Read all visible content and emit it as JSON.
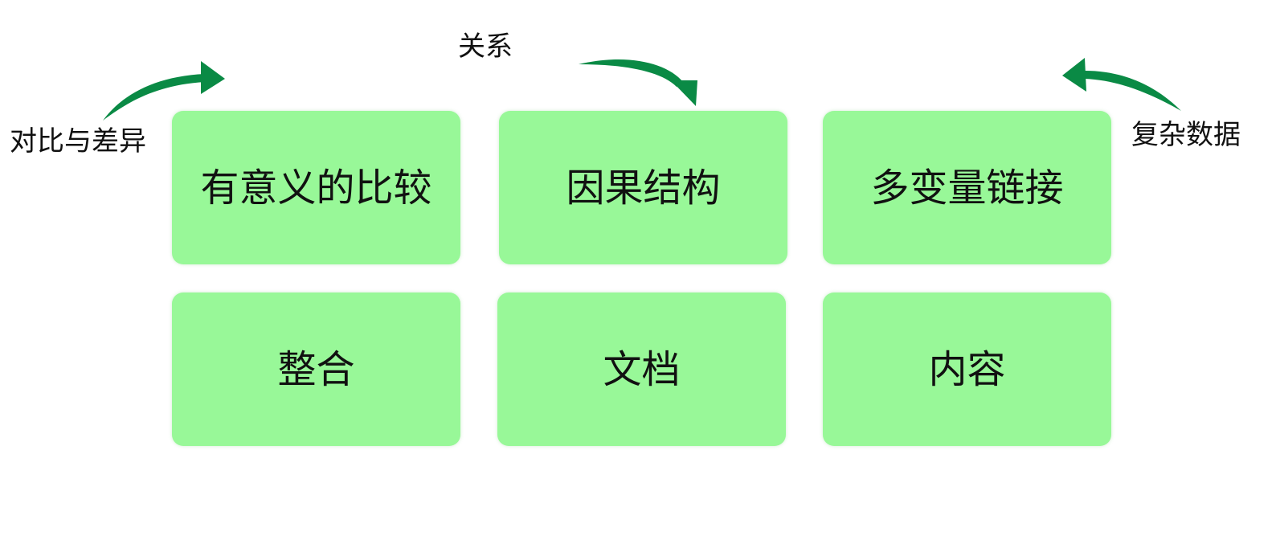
{
  "colors": {
    "box_fill": "#98f898",
    "arrow": "#0a8a45",
    "text": "#111111"
  },
  "labels": {
    "contrast": "对比与差异",
    "relation": "关系",
    "complex_data": "复杂数据"
  },
  "boxes": [
    {
      "label": "有意义的比较"
    },
    {
      "label": "因果结构"
    },
    {
      "label": "多变量链接"
    },
    {
      "label": "整合"
    },
    {
      "label": "文档"
    },
    {
      "label": "内容"
    }
  ],
  "arrows": [
    {
      "name": "arrow-contrast",
      "direction": "right"
    },
    {
      "name": "arrow-relation",
      "direction": "down"
    },
    {
      "name": "arrow-complex-data",
      "direction": "left"
    }
  ]
}
